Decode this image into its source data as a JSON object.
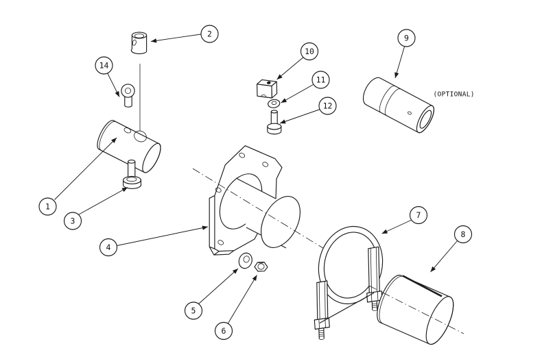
{
  "diagram": {
    "labels": {
      "optional": "(OPTIONAL)"
    },
    "callouts": [
      {
        "number": "1"
      },
      {
        "number": "2"
      },
      {
        "number": "3"
      },
      {
        "number": "4"
      },
      {
        "number": "5"
      },
      {
        "number": "6"
      },
      {
        "number": "7"
      },
      {
        "number": "8"
      },
      {
        "number": "9"
      },
      {
        "number": "10"
      },
      {
        "number": "11"
      },
      {
        "number": "12"
      },
      {
        "number": "14"
      }
    ],
    "colors": {
      "background": "#ffffff",
      "line": "#1a1a1a"
    }
  }
}
